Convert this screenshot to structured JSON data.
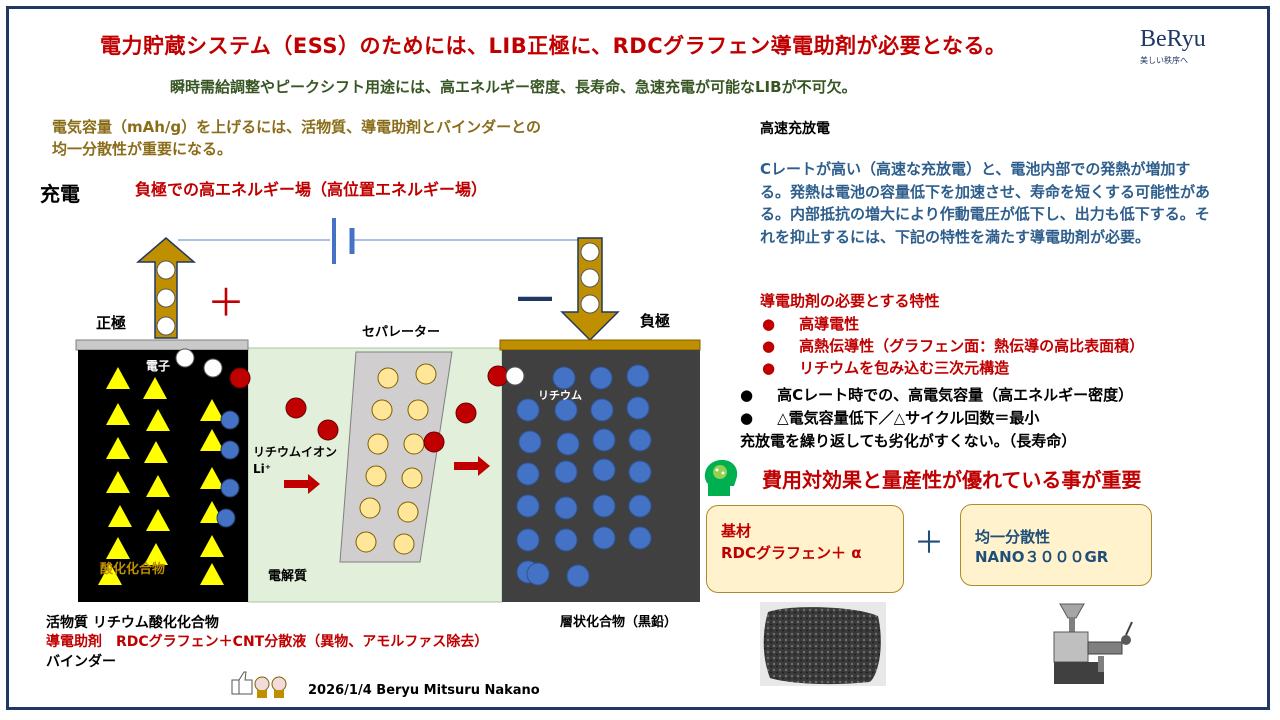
{
  "title": "電力貯蔵システム（ESS）のためには、LIB正極に、RDCグラフェン導電助剤が必要となる。",
  "subtitle": "瞬時需給調整やピークシフト用途には、高エネルギー密度、長寿命、急速充電が可能なLIBが不可欠。",
  "logo": {
    "name": "BeRyu",
    "tagline": "美しい秩序へ"
  },
  "intro": [
    "電気容量（mAh/g）を上げるには、活物質、導電助剤とバインダーとの",
    "均一分散性が重要になる。"
  ],
  "diagram": {
    "charge_label": "充電",
    "negative_field": "負極での高エネルギー場（高位置エネルギー場）",
    "plus_sign": "＋",
    "minus_sign": "―",
    "positive_label": "正極",
    "negative_label": "負極",
    "separator_label": "セパレーター",
    "electron_label": "電子",
    "lithium_ion_label": "リチウムイオン",
    "li_label": "Li⁺",
    "lithium_label": "リチウム",
    "oxide_label": "酸化化合物",
    "electrolyte_label": "電解質",
    "layered_label": "層状化合物（黒鉛）"
  },
  "components": {
    "active": "活物質 リチウム酸化化合物",
    "conductive": "導電助剤　RDCグラフェン＋CNT分散液（異物、アモルファス除去）",
    "binder": "バインダー"
  },
  "footer": "2026/1/4 Beryu Mitsuru Nakano",
  "fast_charge": {
    "heading": "高速充放電",
    "paragraph": "Cレートが高い（高速な充放電）と、電池内部での発熱が増加する。発熱は電池の容量低下を加速させ、寿命を短くする可能性がある。内部抵抗の増大により作動電圧が低下し、出力も低下する。それを抑止するには、下記の特性を満たす導電助剤が必要。"
  },
  "properties": {
    "heading": "導電助剤の必要とする特性",
    "items": [
      "高導電性",
      "高熱伝導性（グラフェン面：熱伝導の高比表面積）",
      "リチウムを包み込む三次元構造"
    ]
  },
  "results": {
    "items": [
      "高Cレート時での、高電気容量（高エネルギー密度）",
      "△電気容量低下／△サイクル回数＝最小"
    ],
    "note": "充放電を繰り返しても劣化がすくない。（長寿命）"
  },
  "cost_heading": "費用対効果と量産性が優れている事が重要",
  "box_base": {
    "line1": "基材",
    "line2": "RDCグラフェン＋ α"
  },
  "box_plus": "＋",
  "box_dispersion": {
    "line1": "均一分散性",
    "line2": "NANO３０００GR"
  },
  "colors": {
    "title_red": "#c00000",
    "subtitle_green": "#375623",
    "text_blue": "#2e5e8c",
    "electrolyte": "#e2efda",
    "box_fill": "#fff2cc"
  }
}
